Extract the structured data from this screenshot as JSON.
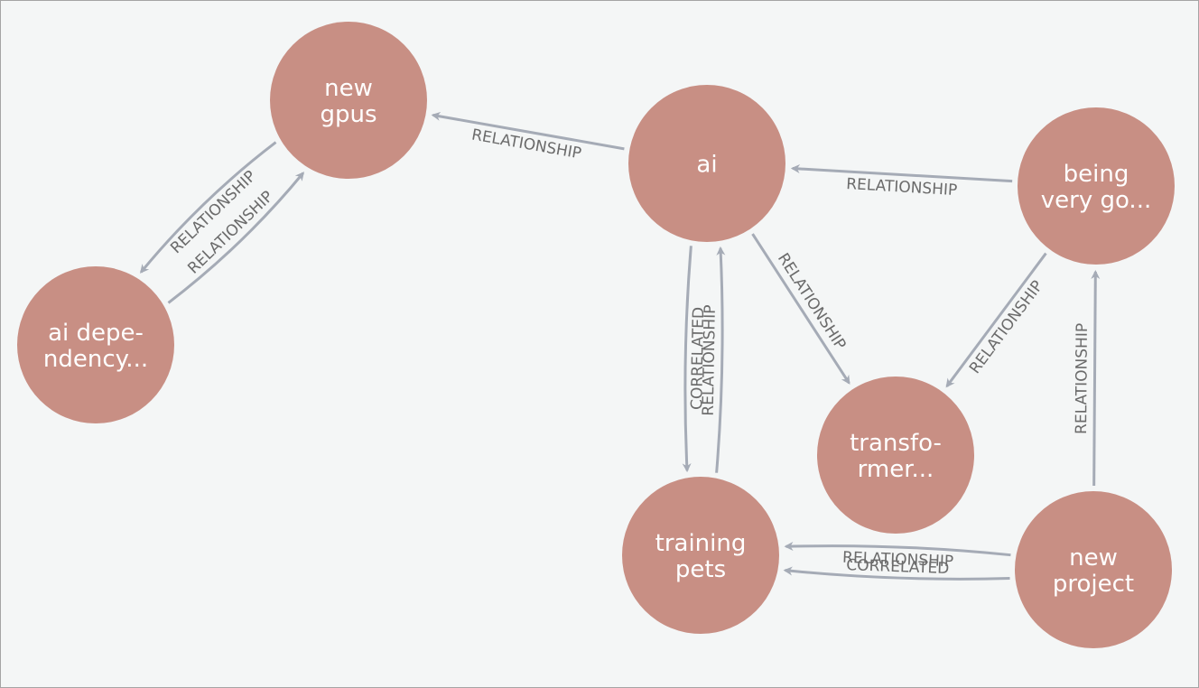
{
  "colors": {
    "background": "#f4f6f6",
    "node_fill": "#c88f84",
    "node_text": "#ffffff",
    "edge": "#a5abb6",
    "edge_label": "#6b6b6b",
    "border": "#a4a4a4"
  },
  "nodes": [
    {
      "id": "new-gpus",
      "lines": [
        "new",
        "gpus"
      ]
    },
    {
      "id": "ai",
      "lines": [
        "ai"
      ]
    },
    {
      "id": "being-very-good",
      "lines": [
        "being",
        "very go..."
      ]
    },
    {
      "id": "ai-dependency",
      "lines": [
        "ai depe-",
        "ndency..."
      ]
    },
    {
      "id": "transformer",
      "lines": [
        "transfo-",
        "rmer..."
      ]
    },
    {
      "id": "training-pets",
      "lines": [
        "training",
        "pets"
      ]
    },
    {
      "id": "new-project",
      "lines": [
        "new",
        "project"
      ]
    }
  ],
  "edges": [
    {
      "id": "ai-to-newgpus",
      "from": "ai",
      "to": "new-gpus",
      "label": "RELATIONSHIP"
    },
    {
      "id": "dep-to-newgpus",
      "from": "ai-dependency",
      "to": "new-gpus",
      "label": "RELATIONSHIP"
    },
    {
      "id": "newgpus-to-dep",
      "from": "new-gpus",
      "to": "ai-dependency",
      "label": "RELATIONSHIP"
    },
    {
      "id": "beinggood-to-ai",
      "from": "being-very-good",
      "to": "ai",
      "label": "RELATIONSHIP"
    },
    {
      "id": "ai-to-transformer",
      "from": "ai",
      "to": "transformer",
      "label": "RELATIONSHIP"
    },
    {
      "id": "beinggood-to-transformer",
      "from": "being-very-good",
      "to": "transformer",
      "label": "RELATIONSHIP"
    },
    {
      "id": "newproject-to-beinggood",
      "from": "new-project",
      "to": "being-very-good",
      "label": "RELATIONSHIP"
    },
    {
      "id": "training-to-ai",
      "from": "training-pets",
      "to": "ai",
      "label": "RELATIONSHIP"
    },
    {
      "id": "ai-to-training",
      "from": "ai",
      "to": "training-pets",
      "label": "CORRELATED"
    },
    {
      "id": "newproject-to-training-rel",
      "from": "new-project",
      "to": "training-pets",
      "label": "RELATIONSHIP"
    },
    {
      "id": "newproject-to-training-cor",
      "from": "new-project",
      "to": "training-pets",
      "label": "CORRELATED"
    }
  ]
}
